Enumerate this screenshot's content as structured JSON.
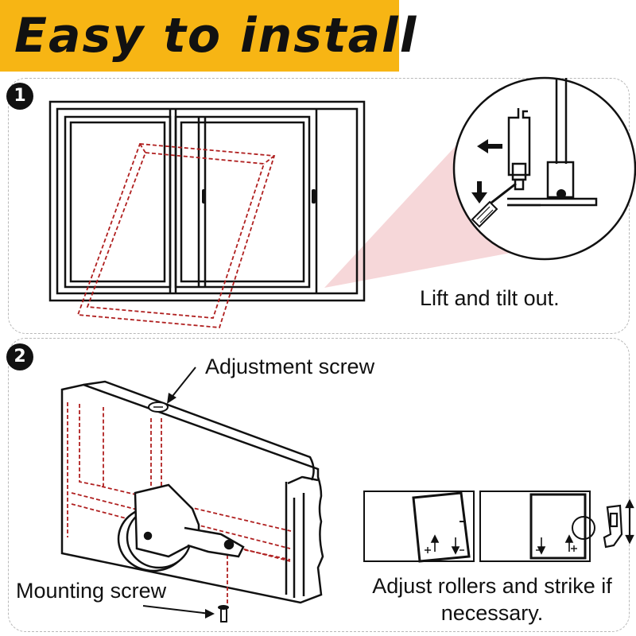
{
  "header": {
    "title": "Easy to install",
    "accent_color": "#f7b514"
  },
  "steps": [
    {
      "number": "1",
      "caption": "Lift and tilt out."
    },
    {
      "number": "2",
      "labels": {
        "adjustment_screw": "Adjustment screw",
        "mounting_screw": "Mounting screw"
      },
      "caption": "Adjust rollers and strike if necessary."
    }
  ],
  "colors": {
    "line": "#111111",
    "dashed_red": "#b02020",
    "highlight_cone": "#f3c9cc"
  },
  "icons": [
    "screwdriver-icon",
    "arrow-left-icon",
    "arrow-down-icon",
    "plus-icon",
    "minus-icon"
  ]
}
